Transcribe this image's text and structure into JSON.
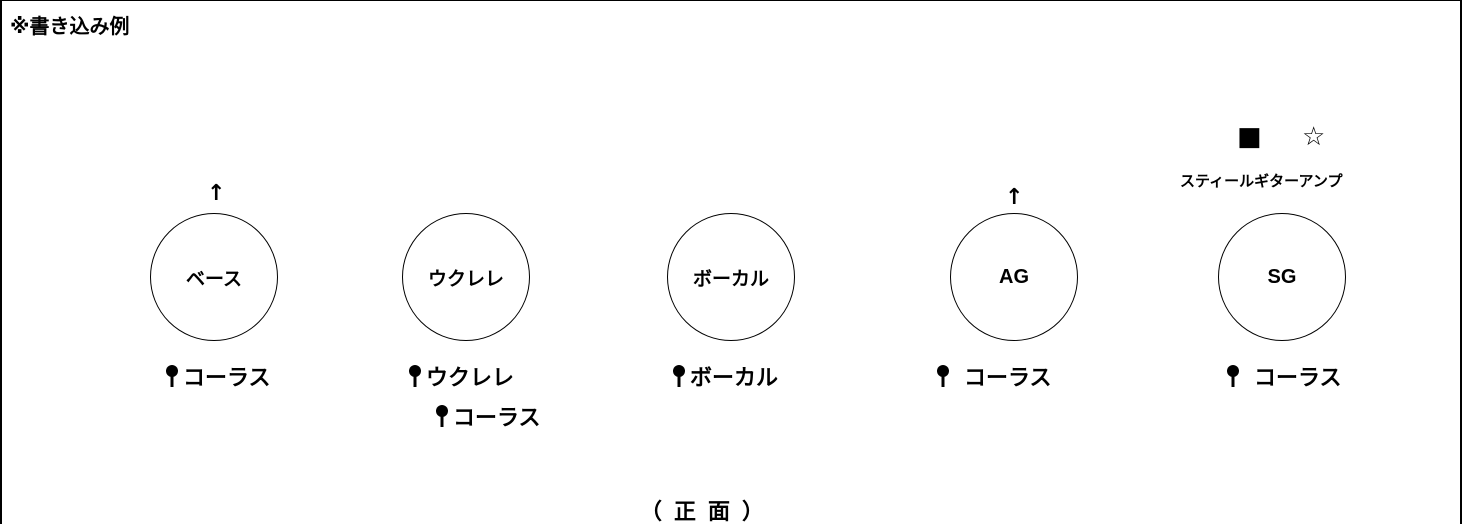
{
  "title": "※書き込み例",
  "instruments": [
    {
      "label": "ベース",
      "arrow": "↑",
      "mics": [
        "コーラス"
      ]
    },
    {
      "label": "ウクレレ",
      "arrow": "",
      "mics": [
        "ウクレレ",
        "コーラス"
      ]
    },
    {
      "label": "ボーカル",
      "arrow": "",
      "mics": [
        "ボーカル"
      ]
    },
    {
      "label": "AG",
      "arrow": "↑",
      "mics": [
        "コーラス"
      ]
    },
    {
      "label": "SG",
      "arrow": "",
      "mics": [
        "コーラス"
      ]
    }
  ],
  "amp_legend": {
    "square": "■",
    "star": "☆",
    "label": "スティールギターアンプ"
  },
  "footer": "（正面）",
  "icons": {
    "mic": "mic-icon",
    "arrow": "up-arrow-icon"
  }
}
